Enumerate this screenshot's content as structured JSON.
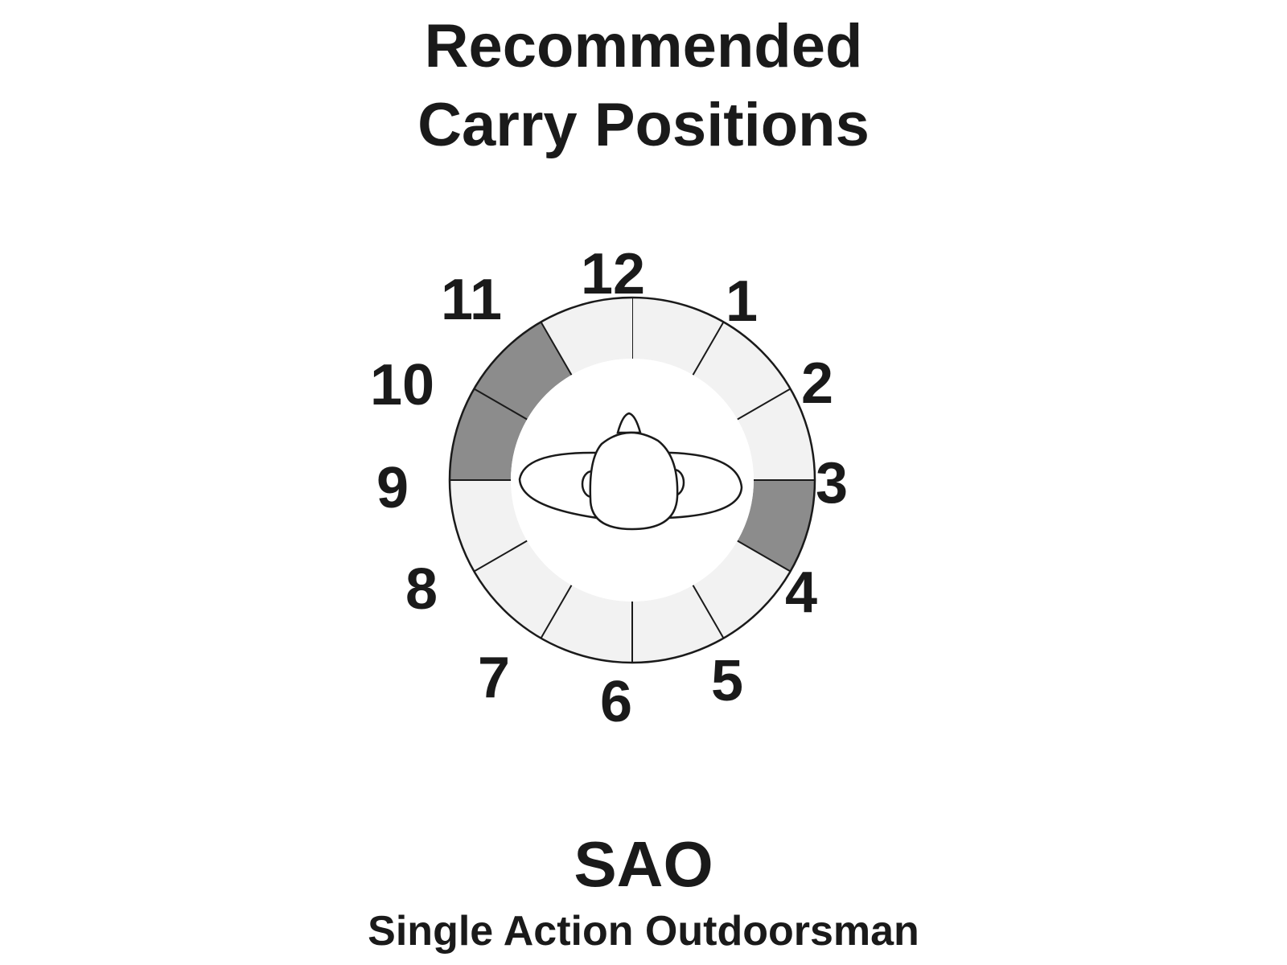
{
  "title": {
    "line1": "Recommended",
    "line2": "Carry Positions"
  },
  "diagram": {
    "clock_positions": [
      "12",
      "1",
      "2",
      "3",
      "4",
      "5",
      "6",
      "7",
      "8",
      "9",
      "10",
      "11"
    ],
    "recommended_positions": [
      "3",
      "9",
      "10"
    ],
    "colors": {
      "recommended": "#8c8c8c",
      "not_recommended": "#f2f2f2",
      "outline": "#1a1a1a"
    }
  },
  "model": {
    "abbreviation": "SAO",
    "name": "Single Action Outdoorsman"
  }
}
